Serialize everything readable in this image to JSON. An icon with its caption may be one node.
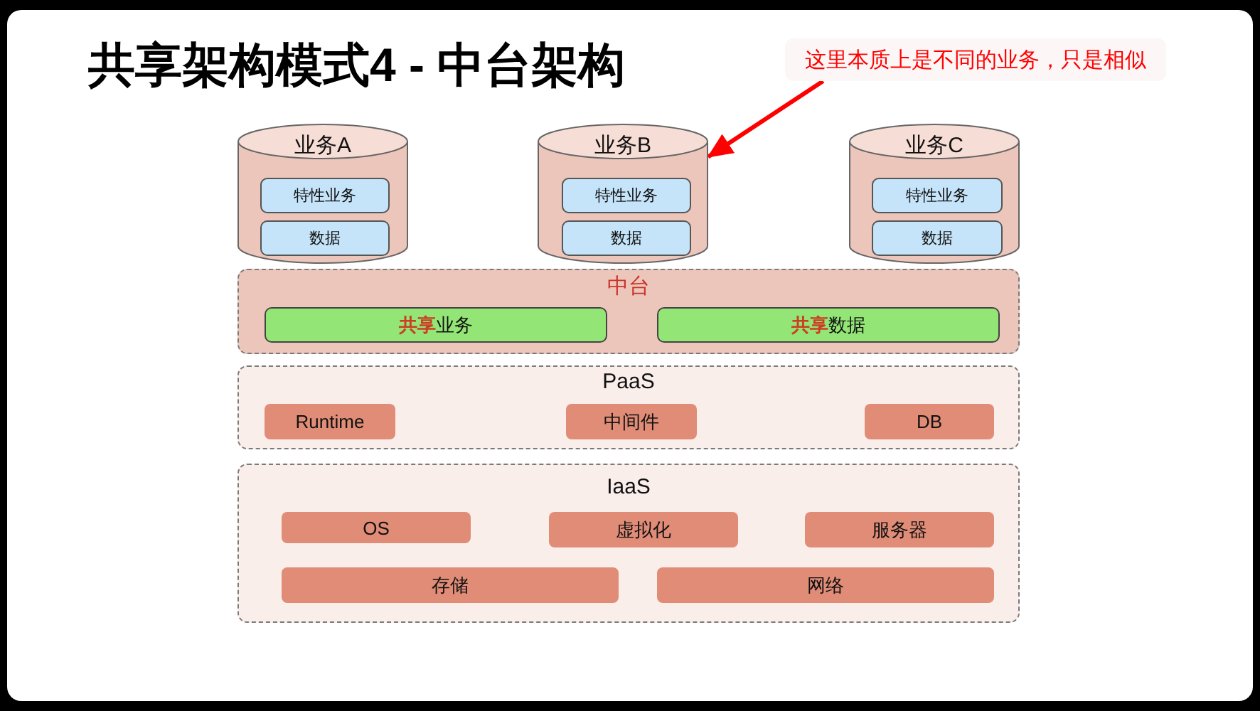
{
  "diagram": {
    "title": "共享架构模式4 - 中台架构",
    "nodes": [
      {
        "text": [
          "这里本质上是不同的业务，只是相似"
        ]
      },
      {
        "text": [
          "业务A"
        ]
      },
      {
        "text": [
          "特性业务"
        ],
        "in": 1
      },
      {
        "text": [
          "数据"
        ],
        "in": 1
      },
      {
        "text": [
          "业务B"
        ]
      },
      {
        "text": [
          "特性业务"
        ],
        "in": 4
      },
      {
        "text": [
          "数据"
        ],
        "in": 4
      },
      {
        "text": [
          "业务C"
        ]
      },
      {
        "text": [
          "特性业务"
        ],
        "in": 7
      },
      {
        "text": [
          "数据"
        ],
        "in": 7
      },
      {
        "text": [
          "中台"
        ]
      },
      {
        "text": [
          "**共享**业务"
        ],
        "in": 10
      },
      {
        "text": [
          "**共享**数据"
        ],
        "in": 10
      },
      {
        "text": [
          "PaaS"
        ]
      },
      {
        "text": [
          "Runtime"
        ],
        "in": 13
      },
      {
        "text": [
          "中间件"
        ],
        "in": 13
      },
      {
        "text": [
          "DB"
        ],
        "in": 13
      },
      {
        "text": [
          "IaaS"
        ]
      },
      {
        "text": [
          "OS"
        ],
        "in": 17
      },
      {
        "text": [
          "虚拟化"
        ],
        "in": 17
      },
      {
        "text": [
          "服务器"
        ],
        "in": 17
      },
      {
        "text": [
          "存储"
        ],
        "in": 17
      },
      {
        "text": [
          "网络"
        ],
        "in": 17
      }
    ],
    "edges": [
      {
        "from": 0,
        "to": 4,
        "arrow": "to",
        "color": "#ff0000"
      }
    ]
  }
}
